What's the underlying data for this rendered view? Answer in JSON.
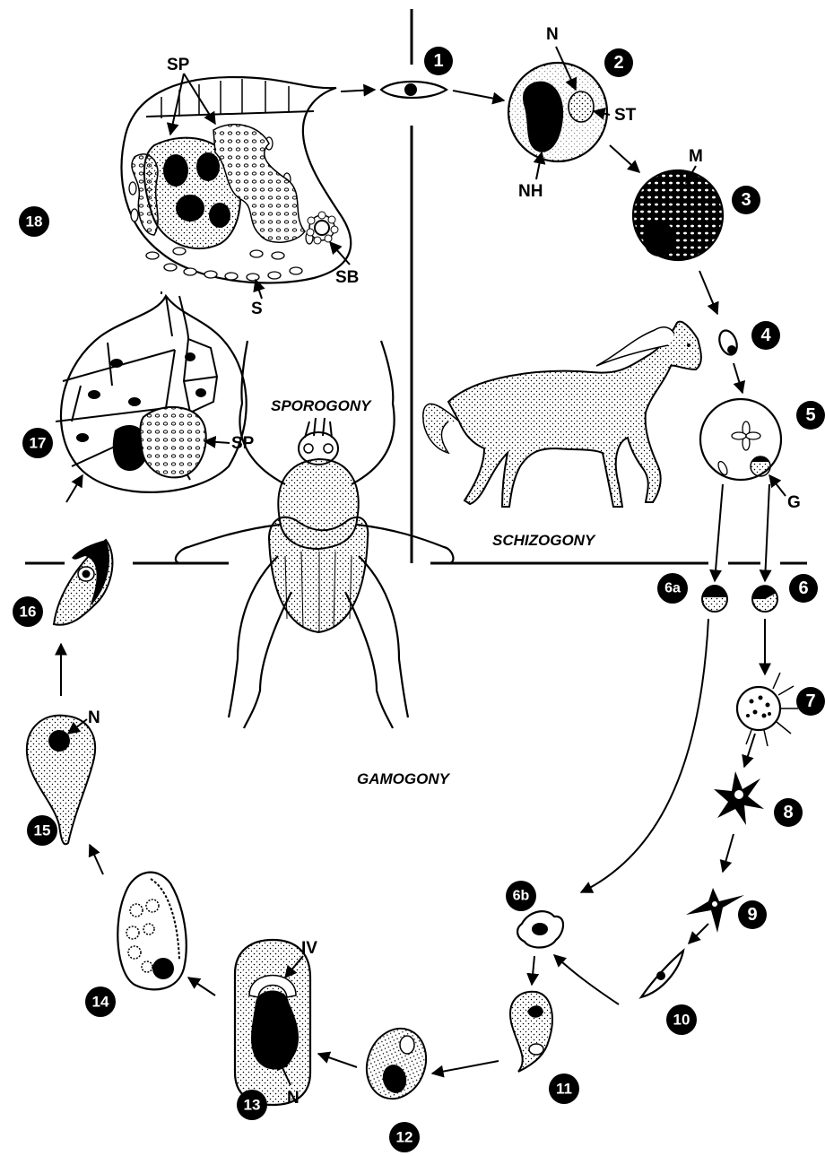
{
  "phases": {
    "sporogony": "SPOROGONY",
    "schizogony": "SCHIZOGONY",
    "gamogony": "GAMOGONY"
  },
  "stages": [
    "1",
    "2",
    "3",
    "4",
    "5",
    "6a",
    "6",
    "7",
    "8",
    "9",
    "10",
    "6b",
    "11",
    "12",
    "13",
    "14",
    "15",
    "16",
    "17",
    "18"
  ],
  "labels": {
    "n_2": "N",
    "st": "ST",
    "nh": "NH",
    "m": "M",
    "g": "G",
    "sp_18": "SP",
    "sb": "SB",
    "s": "S",
    "sp_17": "SP",
    "n_15": "N",
    "iv": "IV",
    "n_13": "N"
  },
  "colors": {
    "ink": "#000000",
    "paper": "#ffffff"
  },
  "icons": [
    "horse-illustration",
    "tick-illustration"
  ]
}
